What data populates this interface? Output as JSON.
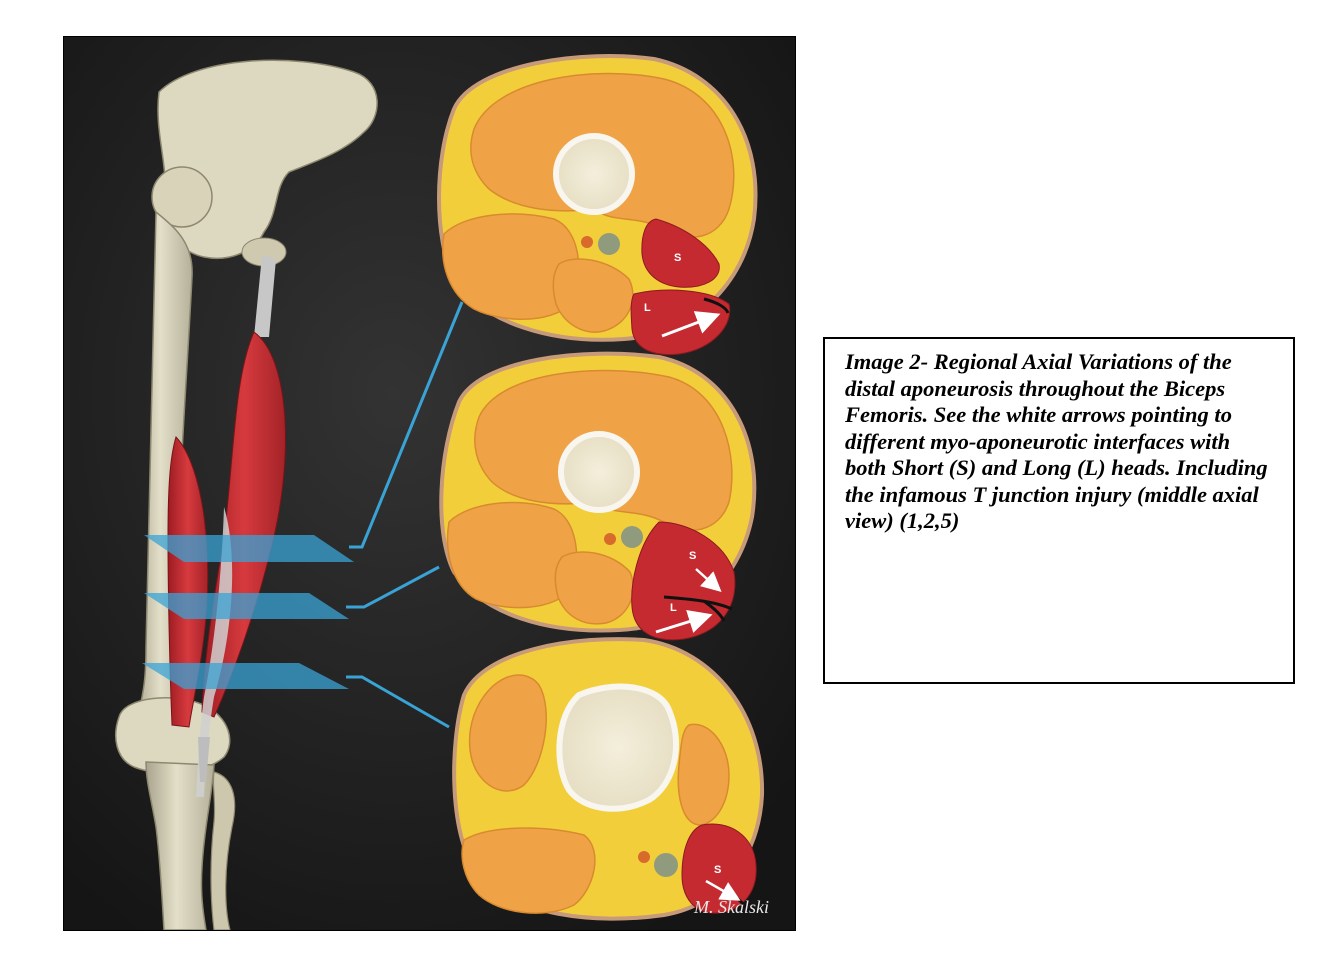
{
  "caption": {
    "text": "Image 2- Regional Axial Variations of the distal aponeurosis throughout the Biceps Femoris. See the white arrows pointing to different myo-aponeurotic interfaces with both Short (S) and Long (L) heads. Including the infamous T junction injury (middle axial view) (1,2,5)"
  },
  "figure": {
    "sections": [
      {
        "position": "top",
        "labels": [
          "S",
          "L"
        ]
      },
      {
        "position": "middle",
        "labels": [
          "S",
          "L"
        ]
      },
      {
        "position": "bottom",
        "labels": [
          "S"
        ]
      }
    ],
    "signature": "M. Skalski"
  },
  "colors": {
    "background": "#1b1b1b",
    "bone": "#ddd8c0",
    "muscle_red": "#c42a2f",
    "fat_yellow": "#f2cf3a",
    "muscle_orange": "#efa346",
    "plane_blue": "#3aa3d6"
  }
}
